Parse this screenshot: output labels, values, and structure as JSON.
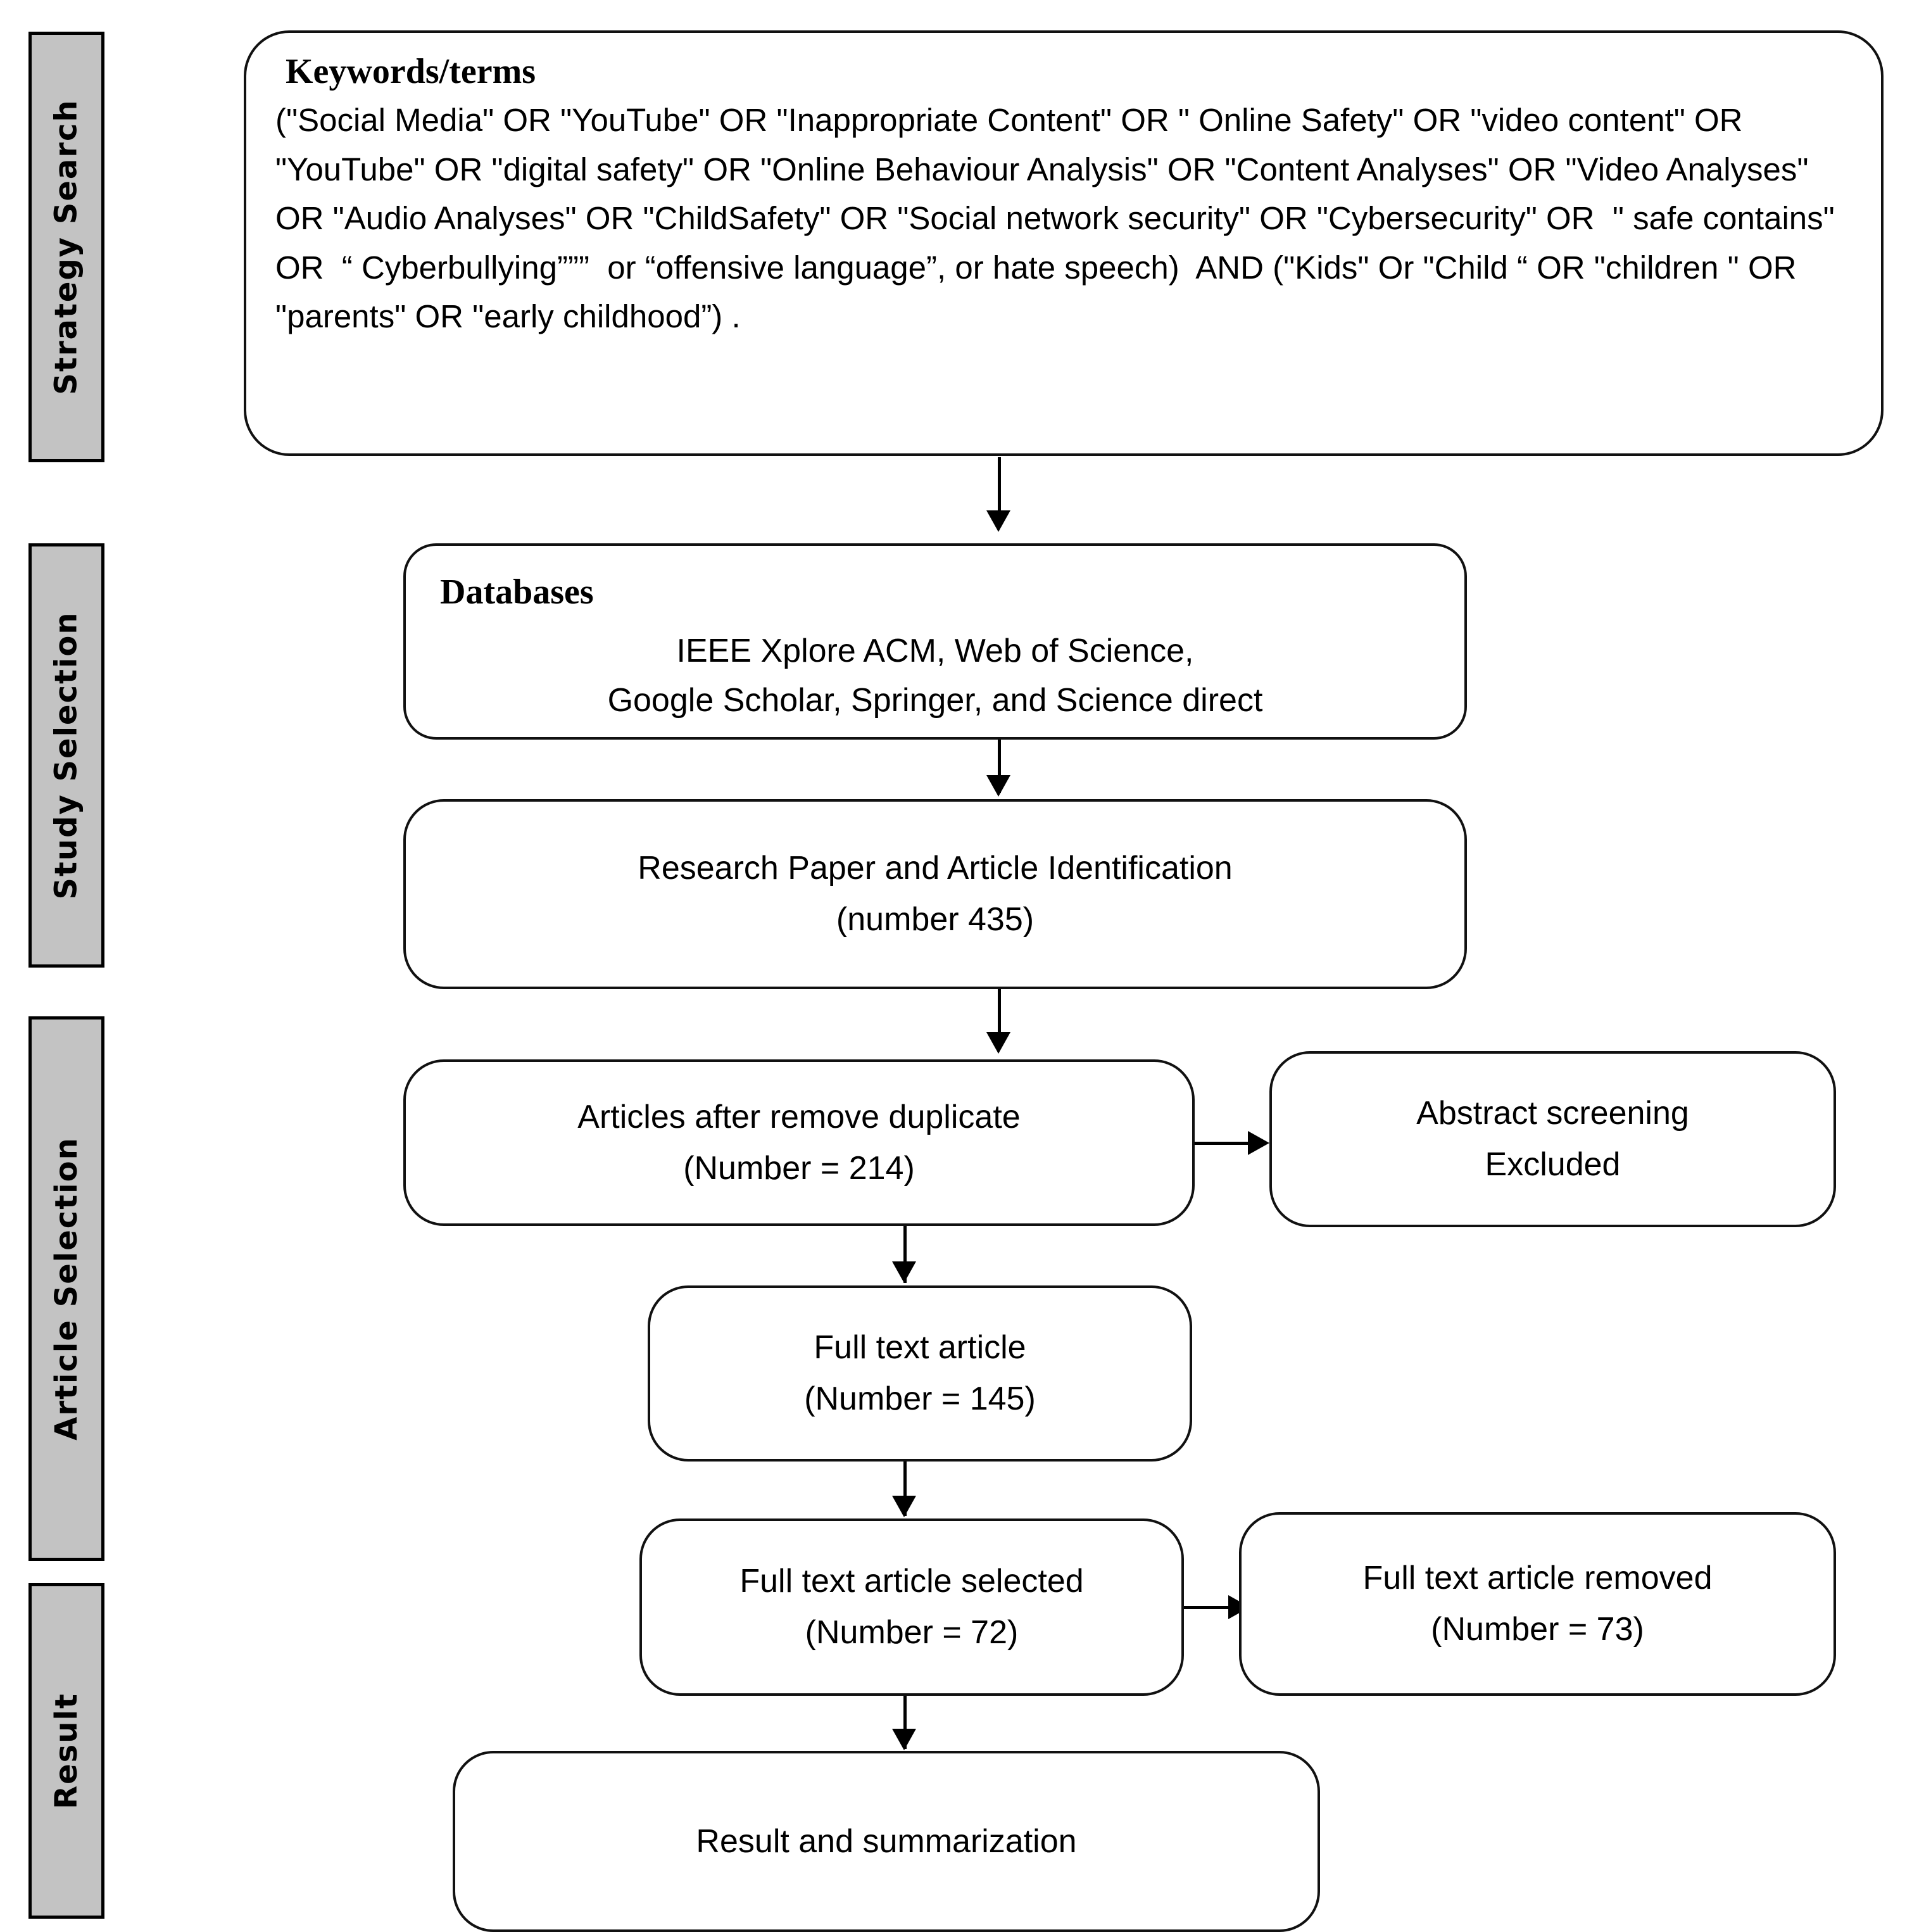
{
  "stages": [
    {
      "label": "Strategy Search"
    },
    {
      "label": "Study Selection"
    },
    {
      "label": "Article Selection"
    },
    {
      "label": "Result"
    }
  ],
  "keywords": {
    "heading": "Keywords/terms",
    "query": "(\"Social Media\" OR \"YouTube\" OR \"Inappropriate Content\" OR \" Online Safety\" OR \"video content\" OR \"YouTube\" OR \"digital safety\" OR \"Online Behaviour Analysis\" OR \"Content Analyses\" OR \"Video Analyses\" OR \"Audio Analyses\" OR \"ChildSafety\" OR \"Social network security\" OR \"Cybersecurity\" OR  \" safe contains\"  OR  “ Cyberbullying”””  or “offensive language”, or hate speech)  AND (\"Kids\" Or \"Child “ OR \"children \" OR \"parents\" OR \"early childhood”) ."
  },
  "databases": {
    "heading": "Databases",
    "line1": "IEEE Xplore  ACM,  Web of Science,",
    "line2": "Google Scholar, Springer,  and Science direct"
  },
  "identification": {
    "line1": "Research Paper and Article Identification",
    "line2": "(number 435)"
  },
  "deduplicated": {
    "line1": "Articles after remove duplicate",
    "line2": "(Number = 214)"
  },
  "abstract_excluded": {
    "line1": "Abstract screening",
    "line2": "Excluded"
  },
  "full_text": {
    "line1": "Full text article",
    "line2": "(Number = 145)"
  },
  "full_text_selected": {
    "line1": "Full text article  selected",
    "line2": "(Number = 72)"
  },
  "full_text_removed": {
    "line1": "Full text article  removed",
    "line2": "(Number = 73)"
  },
  "result": {
    "line1": "Result and summarization"
  },
  "colors": {
    "stage_bar_fill": "#c3c3c3",
    "stroke": "#000000",
    "canvas": "#ffffff"
  }
}
